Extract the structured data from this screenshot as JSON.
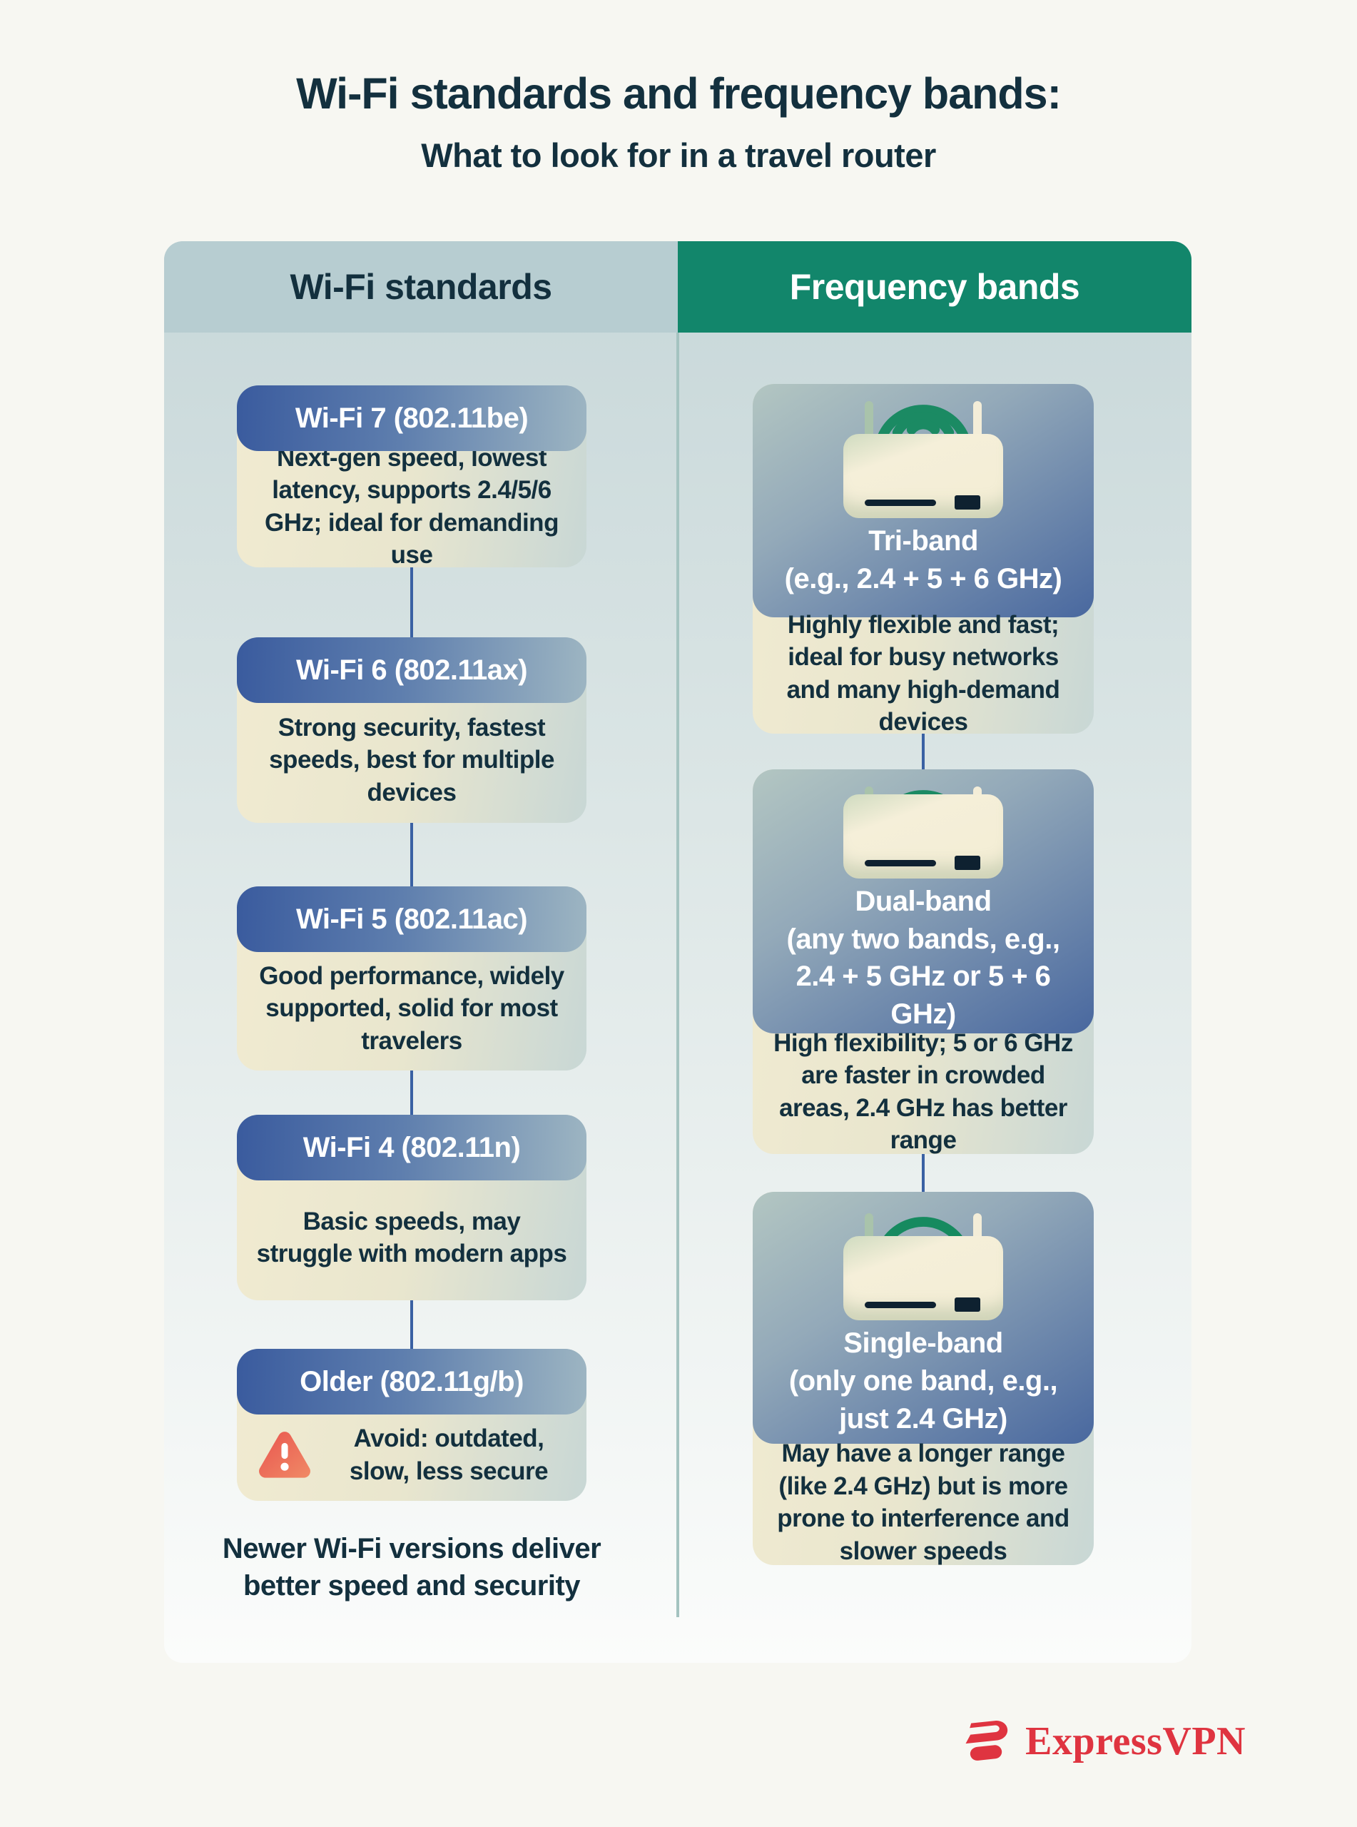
{
  "page": {
    "title": "Wi-Fi standards and frequency bands:",
    "subtitle": "What to look for in a travel router"
  },
  "columns": {
    "left": {
      "header": "Wi-Fi standards",
      "cards": [
        {
          "title": "Wi-Fi 7 (802.11be)",
          "description": "Next-gen speed, lowest latency, supports 2.4/5/6 GHz; ideal for demanding use"
        },
        {
          "title": "Wi-Fi 6 (802.11ax)",
          "description": "Strong security, fastest speeds, best for multiple devices"
        },
        {
          "title": "Wi-Fi 5 (802.11ac)",
          "description": "Good performance, widely supported, solid for most travelers"
        },
        {
          "title": "Wi-Fi 4 (802.11n)",
          "description": "Basic speeds, may struggle with modern apps"
        },
        {
          "title": "Older (802.11g/b)",
          "description": "Avoid: outdated, slow, less secure",
          "warning": true
        }
      ],
      "footnote": "Newer Wi-Fi versions deliver better speed and security"
    },
    "right": {
      "header": "Frequency bands",
      "cards": [
        {
          "title": "Tri-band",
          "subtitle": "(e.g., 2.4 + 5 + 6 GHz)",
          "bands": 3,
          "description": "Highly flexible and fast; ideal for busy networks and many high-demand devices"
        },
        {
          "title": "Dual-band",
          "subtitle": "(any two bands, e.g., 2.4 + 5 GHz or 5 + 6 GHz)",
          "bands": 2,
          "description": "High flexibility; 5 or 6 GHz are faster in crowded areas, 2.4 GHz has better range"
        },
        {
          "title": "Single-band",
          "subtitle": "(only one band, e.g., just 2.4 GHz)",
          "bands": 1,
          "description": "May have a longer range (like 2.4 GHz) but is more prone to interference and slower speeds"
        }
      ]
    }
  },
  "brand": {
    "name": "ExpressVPN"
  },
  "icons": {
    "warning": "warning-triangle-icon",
    "wifi_signal": "wifi-signal-icon",
    "router": "router-icon",
    "logo": "expressvpn-logo-icon"
  },
  "colors": {
    "navy_text": "#13303e",
    "header_green": "#12866b",
    "header_gray": "#b7cdd1",
    "card_blue": "#3a5b9e",
    "connector_blue": "#3a61a3",
    "signal_green": "#1b8a63",
    "warning_red": "#e9554f",
    "brand_red": "#df3440",
    "cream": "#f1ebd1"
  }
}
